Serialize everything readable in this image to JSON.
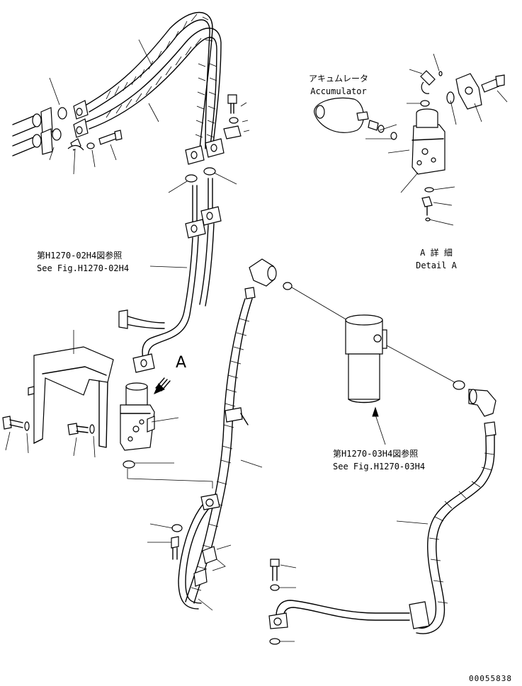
{
  "labels": {
    "accumulator_jp": "アキュムレータ",
    "accumulator_en": "Accumulator",
    "see_fig_1_jp": "第H1270-02H4図参照",
    "see_fig_1_en": "See Fig.H1270-02H4",
    "detail_a_jp": "A 詳 細",
    "detail_a_en": "Detail A",
    "view_a": "A",
    "see_fig_2_jp": "第H1270-03H4図参照",
    "see_fig_2_en": "See Fig.H1270-03H4",
    "drawing_number": "00055838"
  }
}
